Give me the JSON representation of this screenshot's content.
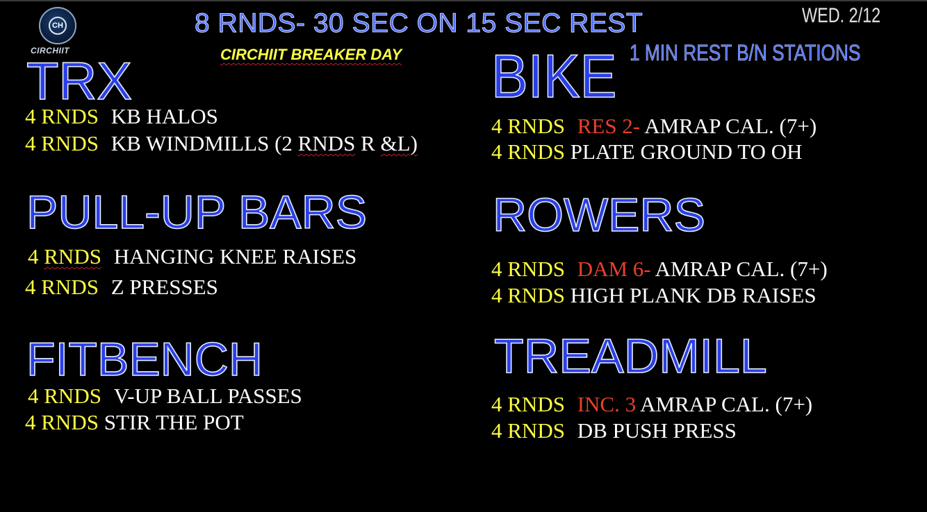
{
  "header": {
    "title": "8 RNDS- 30 SEC ON 15 SEC REST",
    "subtitle": "CIRCHIIT BREAKER DAY",
    "date": "WED. 2/12",
    "rest_note": "1 MIN REST B/N STATIONS"
  },
  "logo": {
    "mark": "CH",
    "text": "CIRCHIIT"
  },
  "stations": {
    "trx": {
      "name": "TRX",
      "ex1": {
        "rounds": "4 RNDS",
        "name": "KB HALOS"
      },
      "ex2": {
        "rounds": "4 RNDS",
        "name_a": "KB WINDMILLS (2 ",
        "name_b": "RNDS",
        "name_c": " R ",
        "name_d": "&L)"
      }
    },
    "pullup": {
      "name": "PULL-UP BARS",
      "ex1": {
        "rounds_a": "4 ",
        "rounds_b": "RNDS",
        "name": "HANGING KNEE RAISES"
      },
      "ex2": {
        "rounds": "4 RNDS",
        "name": "Z PRESSES"
      }
    },
    "fitbench": {
      "name": "FITBENCH",
      "ex1": {
        "rounds": "4 RNDS",
        "name": "V-UP BALL PASSES"
      },
      "ex2": {
        "rounds": "4 RNDS",
        "name": "STIR THE POT"
      }
    },
    "bike": {
      "name": "BIKE",
      "ex1": {
        "rounds": "4 RNDS",
        "setting": "RES 2-",
        "name": "AMRAP CAL. (7+)"
      },
      "ex2": {
        "rounds": "4 RNDS",
        "name": "PLATE GROUND TO OH"
      }
    },
    "rowers": {
      "name": "ROWERS",
      "ex1": {
        "rounds": "4 RNDS",
        "setting": "DAM 6-",
        "name": "AMRAP CAL. (7+)"
      },
      "ex2": {
        "rounds": "4 RNDS",
        "name": "HIGH PLANK DB RAISES"
      }
    },
    "treadmill": {
      "name": "TREADMILL",
      "ex1": {
        "rounds": "4 RNDS",
        "setting": "INC. 3",
        "name": "AMRAP CAL. (7+)"
      },
      "ex2": {
        "rounds": "4 RNDS",
        "name": "DB PUSH PRESS"
      }
    }
  }
}
